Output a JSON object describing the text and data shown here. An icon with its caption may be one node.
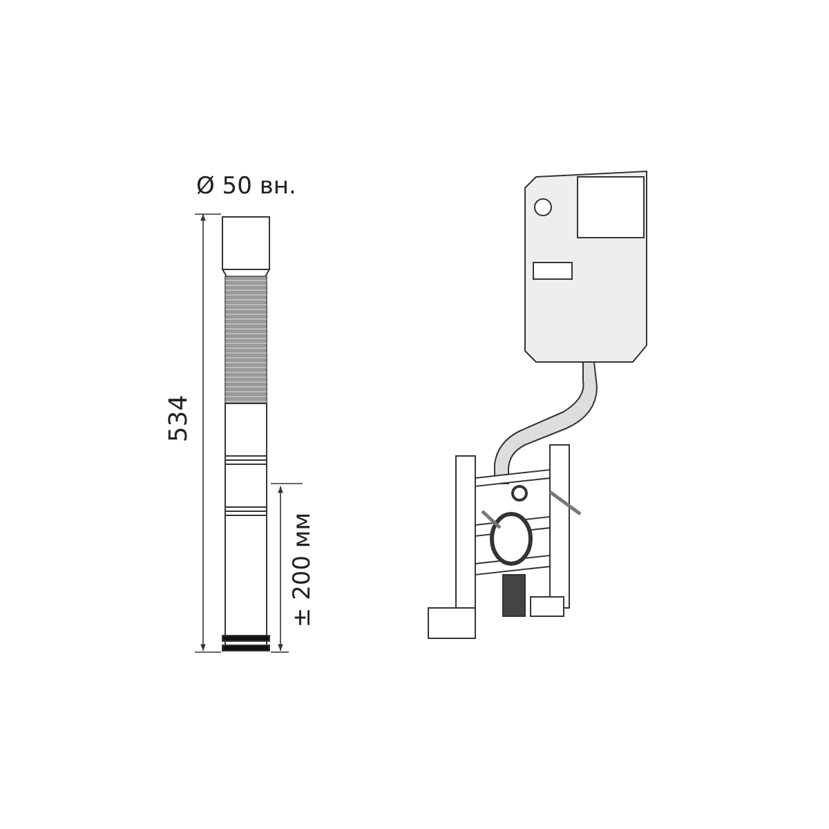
{
  "diagram": {
    "labels": [
      "Ø 50 вн.",
      "534",
      "± 200 мм"
    ]
  }
}
